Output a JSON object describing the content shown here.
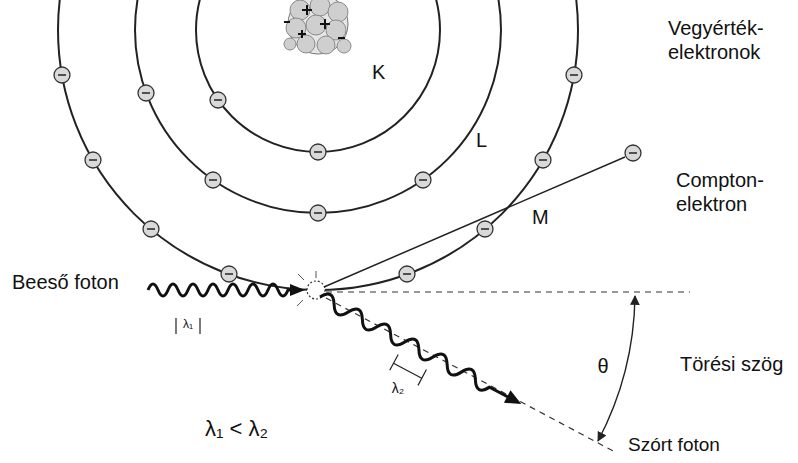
{
  "diagram": {
    "labels": [
      "Vegyérték- elektronok",
      "K",
      "L",
      "M",
      "Compton- elektron",
      "Beeső foton",
      "λ₁",
      "Törési szög",
      "θ",
      "λ₂",
      "λ₁ < λ₂",
      "Szórt foton"
    ]
  }
}
